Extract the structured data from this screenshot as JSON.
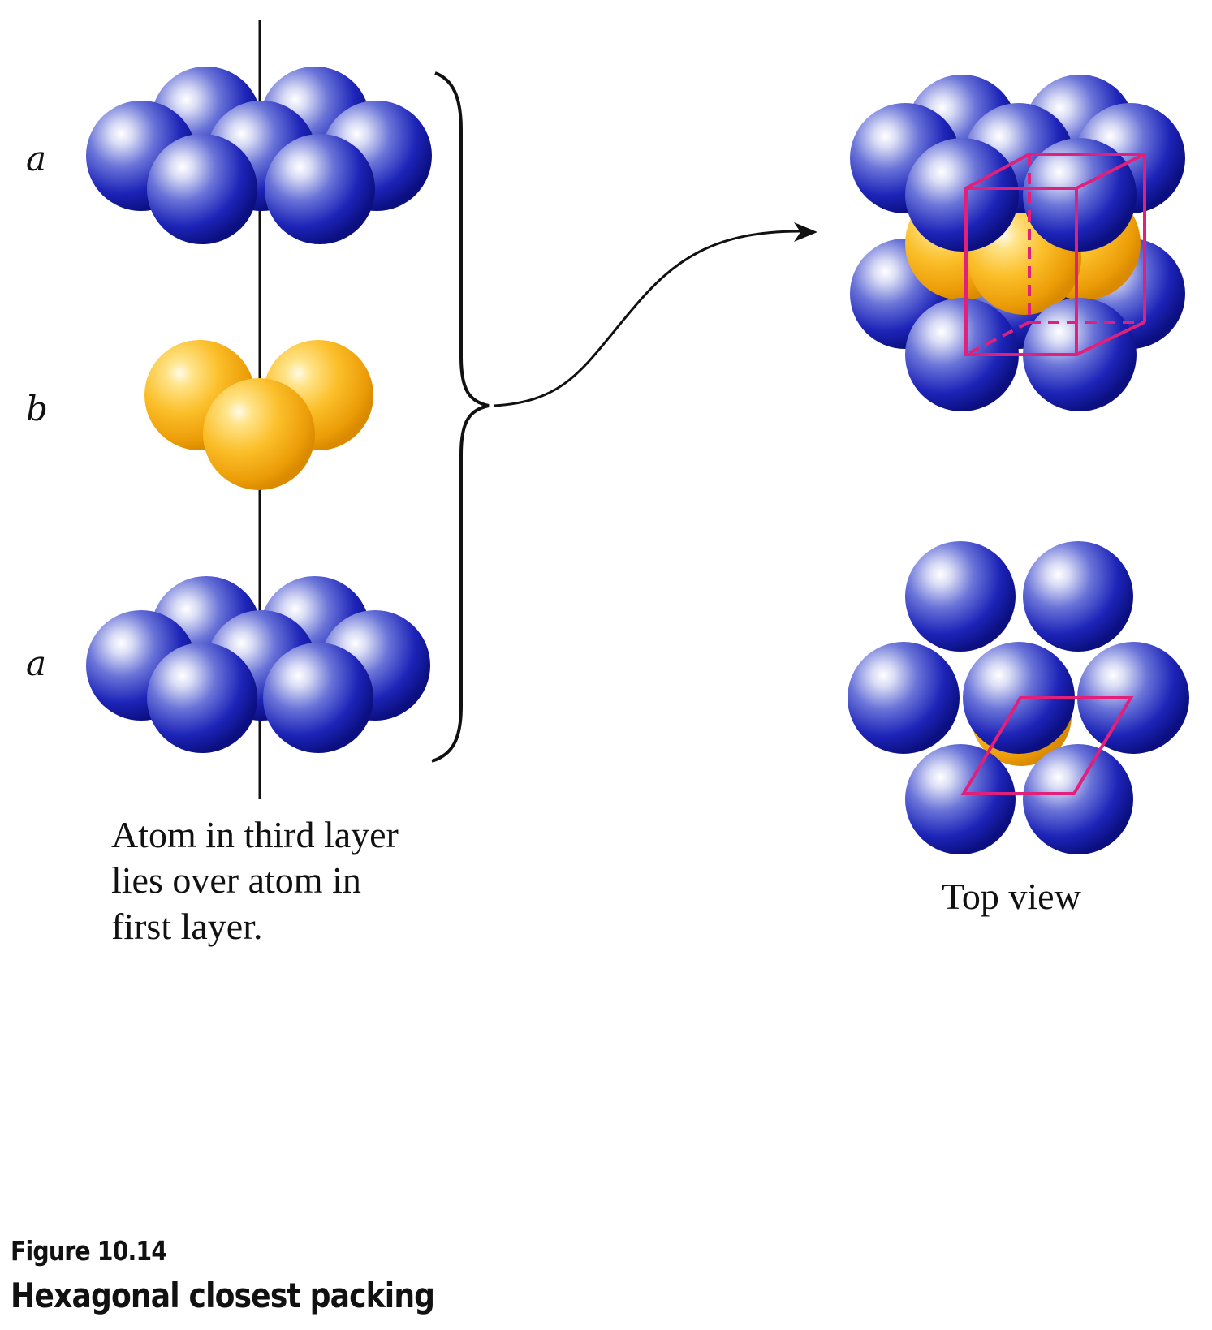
{
  "layers": {
    "top": "a",
    "middle": "b",
    "bottom": "a"
  },
  "side_caption": [
    "Atom in third layer",
    "lies over atom in",
    "first layer."
  ],
  "top_view_label": "Top view",
  "figure_number": "Figure 10.14",
  "figure_title": "Hexagonal closest packing",
  "colors": {
    "blue_atom": "#1a1ab0",
    "gold_atom": "#f2a810",
    "unit_cell": "#e0207a",
    "line": "#111111"
  }
}
